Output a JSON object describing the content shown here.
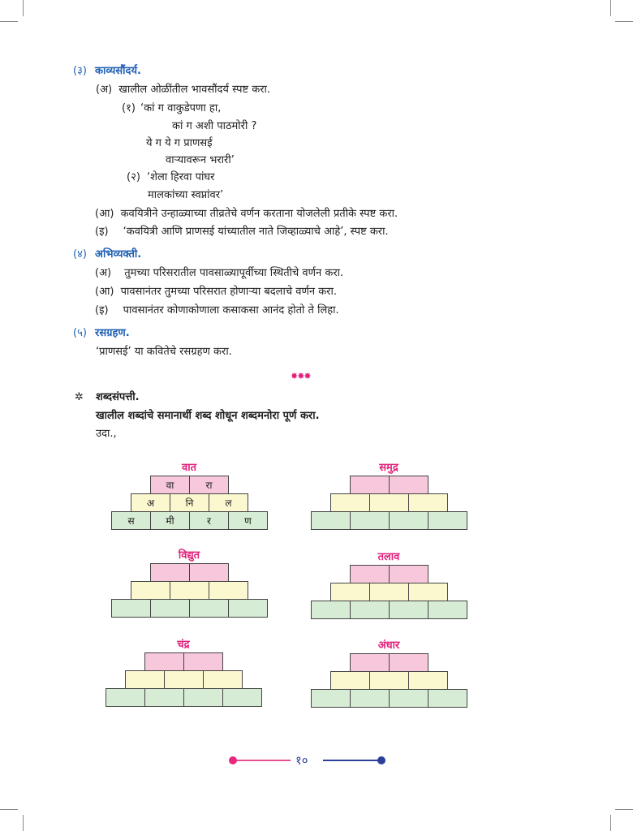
{
  "q3": {
    "num": "(३)",
    "title": "काव्यसौंदर्य.",
    "a_label": "(अ)",
    "a_text": "खालील ओळींतील भावसौंदर्य स्पष्ट करा.",
    "p1_label": "(१)",
    "p1_lines": [
      "‘कां ग वाकुडेपणा हा,",
      "कां ग अशी पाठमोरी ?",
      "ये ग ये ग प्राणसई",
      "वाऱ्यावरून भरारी’"
    ],
    "p2_label": "(२)",
    "p2_lines": [
      "‘शेला हिरवा पांघर",
      "मालकांच्या स्वप्नांवर’"
    ],
    "aa_label": "(आ)",
    "aa_text": "कवयित्रीने उन्हाळ्याच्या तीव्रतेचे वर्णन करताना योजलेली प्रतीके स्पष्ट करा.",
    "i_label": "(इ)",
    "i_text": "‘कवयित्री आणि प्राणसई यांच्यातील नाते जिव्हाळ्याचे आहे’, स्पष्ट करा."
  },
  "q4": {
    "num": "(४)",
    "title": "अभिव्यक्ती.",
    "items": [
      {
        "label": "(अ)",
        "text": "तुमच्या परिसरातील पावसाळ्यापूर्वीच्या स्थितीचे वर्णन करा."
      },
      {
        "label": "(आ)",
        "text": "पावसानंतर तुमच्या परिसरात होणाऱ्या बदलाचे वर्णन करा."
      },
      {
        "label": "(इ)",
        "text": "पावसानंतर कोणाकोणाला कसाकसा आनंद होतो ते लिहा."
      }
    ]
  },
  "q5": {
    "num": "(५)",
    "title": "रसग्रहण.",
    "text": "‘प्राणसई’ या कवितेचे रसग्रहण करा."
  },
  "separator": "✸✸✸",
  "vocab": {
    "bullet": "✲",
    "title": "शब्दसंपत्ती.",
    "instruction": "खालील शब्दांचे समानार्थी शब्द शोधून शब्दमनोरा पूर्ण करा.",
    "example": "उदा.,"
  },
  "pyramids": [
    {
      "title": "वात",
      "row1": [
        "वा",
        "रा"
      ],
      "row2": [
        "अ",
        "नि",
        "ल"
      ],
      "row3": [
        "स",
        "मी",
        "र",
        "ण"
      ]
    },
    {
      "title": "समुद्र",
      "row1": [
        "",
        ""
      ],
      "row2": [
        "",
        "",
        ""
      ],
      "row3": [
        "",
        "",
        "",
        ""
      ]
    },
    {
      "title": "विद्युत",
      "row1": [
        "",
        ""
      ],
      "row2": [
        "",
        "",
        ""
      ],
      "row3": [
        "",
        "",
        "",
        ""
      ]
    },
    {
      "title": "तलाव",
      "row1": [
        "",
        ""
      ],
      "row2": [
        "",
        "",
        ""
      ],
      "row3": [
        "",
        "",
        "",
        ""
      ]
    },
    {
      "title": "चंद्र",
      "row1": [
        "",
        ""
      ],
      "row2": [
        "",
        "",
        ""
      ],
      "row3": [
        "",
        "",
        "",
        ""
      ]
    },
    {
      "title": "अंधार",
      "row1": [
        "",
        ""
      ],
      "row2": [
        "",
        "",
        ""
      ],
      "row3": [
        "",
        "",
        "",
        ""
      ]
    }
  ],
  "page_number": "१०",
  "colors": {
    "heading": "#1f5fb4",
    "pyramid_title": "#e0207a",
    "row1": "#f7c7dc",
    "row2": "#fbf8cf",
    "row3": "#d6ecd4"
  }
}
